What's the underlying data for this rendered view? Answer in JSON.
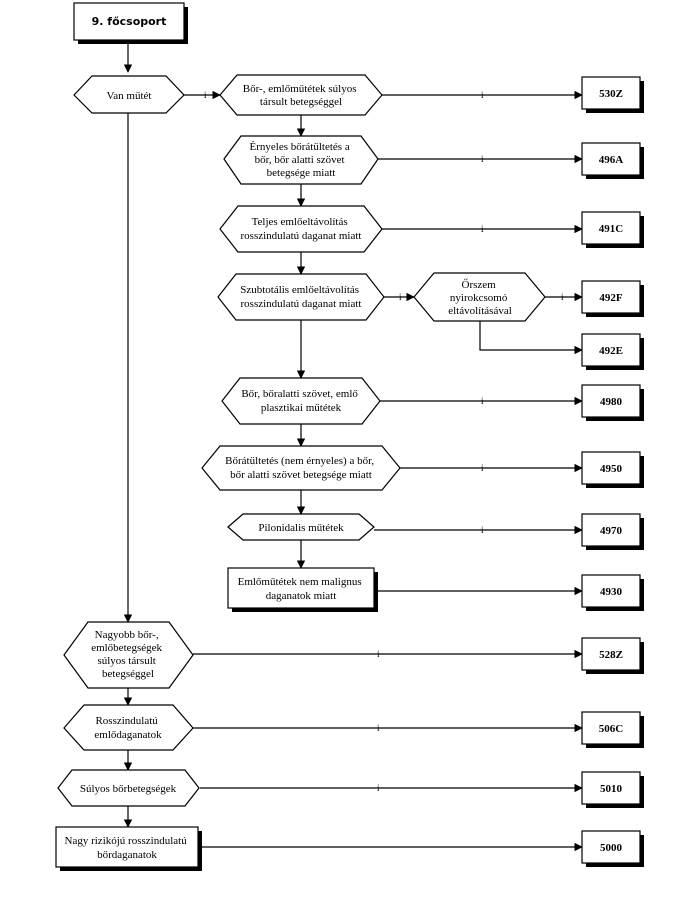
{
  "header": {
    "title": "9. főcsoport"
  },
  "edge_label": "i",
  "colors": {
    "stroke": "#000000",
    "fill": "#ffffff",
    "shadow": "#000000"
  },
  "nodes": {
    "van_mutet": [
      "Van műtét"
    ],
    "n1": [
      "Bőr-, emlőműtétek súlyos",
      "társult betegséggel"
    ],
    "n2": [
      "Érnyeles bőrátültetés a",
      "bőr, bőr alatti szövet",
      "betegsége miatt"
    ],
    "n3": [
      "Teljes emlőeltávolítás",
      "rosszindulatú daganat miatt"
    ],
    "n4": [
      "Szubtotális emlőeltávolítás",
      "rosszindulatú daganat miatt"
    ],
    "n4b": [
      "Őrszem",
      "nyirokcsomó",
      "eltávolításával"
    ],
    "n5": [
      "Bőr, bőralatti szövet, emlő",
      "plasztikai műtétek"
    ],
    "n6": [
      "Bőrátültetés (nem érnyeles) a bőr,",
      "bőr alatti szövet betegsége miatt"
    ],
    "n7": [
      "Pilonidalis műtétek"
    ],
    "n8": [
      "Emlőműtétek nem malignus",
      "daganatok miatt"
    ],
    "m1": [
      "Nagyobb bőr-,",
      "emlőbetegségek",
      "súlyos társult",
      "betegséggel"
    ],
    "m2": [
      "Rosszindulatú",
      "emlődaganatok"
    ],
    "m3": [
      "Súlyos bőrbetegségek"
    ],
    "m4": [
      "Nagy rizikójú rosszindulatú",
      "bőrdaganatok"
    ]
  },
  "codes": {
    "c530Z": "530Z",
    "c496A": "496A",
    "c491C": "491C",
    "c492F": "492F",
    "c492E": "492E",
    "c4980": "4980",
    "c4950": "4950",
    "c4970": "4970",
    "c4930": "4930",
    "c528Z": "528Z",
    "c506C": "506C",
    "c5010": "5010",
    "c5000": "5000"
  }
}
